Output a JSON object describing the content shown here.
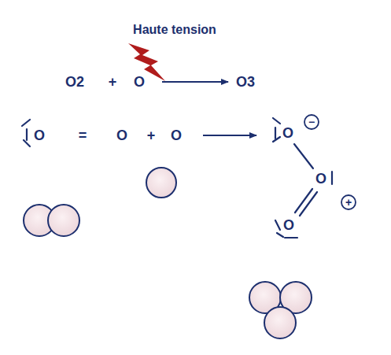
{
  "diagram": {
    "labels": [
      "Haute tension",
      "O2",
      "+",
      "O",
      "O3",
      "O",
      "=",
      "O",
      "+",
      "O",
      "O",
      "O",
      "O",
      "−",
      "+"
    ]
  }
}
